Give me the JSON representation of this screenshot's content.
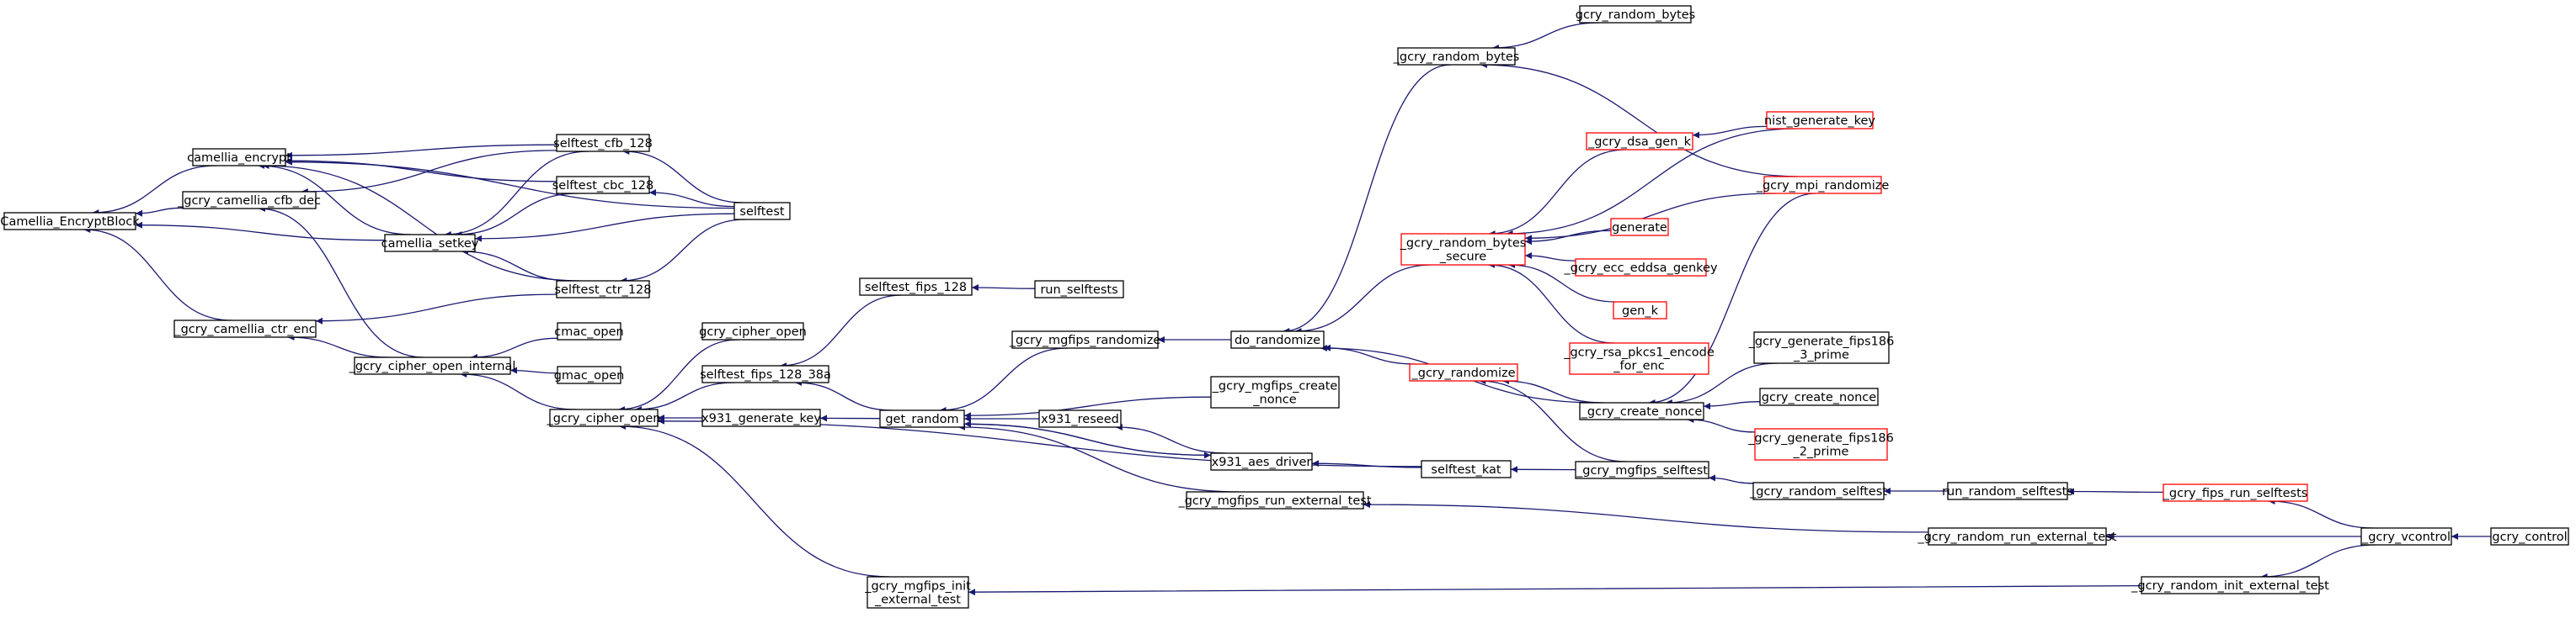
{
  "colors": {
    "background": "#ffffff",
    "edge": "#191970",
    "node_border": "#000000",
    "node_border_truncated": "#ff0000",
    "node_fill_focus": "#bfbfbf",
    "node_fill": "#ffffff"
  },
  "nodes": [
    {
      "id": "n0",
      "lines": [
        "Camellia_EncryptBlock"
      ],
      "style": "focus"
    },
    {
      "id": "n1",
      "lines": [
        "camellia_encrypt"
      ],
      "style": "normal"
    },
    {
      "id": "n2",
      "lines": [
        "_gcry_camellia_cfb_dec"
      ],
      "style": "normal"
    },
    {
      "id": "n3",
      "lines": [
        "camellia_setkey"
      ],
      "style": "normal"
    },
    {
      "id": "n4",
      "lines": [
        "_gcry_camellia_ctr_enc"
      ],
      "style": "normal"
    },
    {
      "id": "n5",
      "lines": [
        "selftest_cfb_128"
      ],
      "style": "normal"
    },
    {
      "id": "n6",
      "lines": [
        "selftest_cbc_128"
      ],
      "style": "normal"
    },
    {
      "id": "n7",
      "lines": [
        "selftest_ctr_128"
      ],
      "style": "normal"
    },
    {
      "id": "n8",
      "lines": [
        "selftest"
      ],
      "style": "normal"
    },
    {
      "id": "n9",
      "lines": [
        "_gcry_cipher_open_internal"
      ],
      "style": "normal"
    },
    {
      "id": "n10",
      "lines": [
        "cmac_open"
      ],
      "style": "normal"
    },
    {
      "id": "n11",
      "lines": [
        "gmac_open"
      ],
      "style": "normal"
    },
    {
      "id": "n12",
      "lines": [
        "_gcry_cipher_open"
      ],
      "style": "normal"
    },
    {
      "id": "n13",
      "lines": [
        "gcry_cipher_open"
      ],
      "style": "normal"
    },
    {
      "id": "n14",
      "lines": [
        "selftest_fips_128_38a"
      ],
      "style": "normal"
    },
    {
      "id": "n15",
      "lines": [
        "x931_generate_key"
      ],
      "style": "normal"
    },
    {
      "id": "n16",
      "lines": [
        "selftest_fips_128"
      ],
      "style": "normal"
    },
    {
      "id": "n17",
      "lines": [
        "run_selftests"
      ],
      "style": "normal"
    },
    {
      "id": "n18",
      "lines": [
        "get_random"
      ],
      "style": "normal"
    },
    {
      "id": "n19",
      "lines": [
        "_gcry_mgfips_randomize"
      ],
      "style": "normal"
    },
    {
      "id": "n20",
      "lines": [
        "x931_reseed"
      ],
      "style": "normal"
    },
    {
      "id": "n21",
      "lines": [
        "_gcry_mgfips_create",
        "_nonce"
      ],
      "style": "normal"
    },
    {
      "id": "n22",
      "lines": [
        "x931_aes_driver"
      ],
      "style": "normal"
    },
    {
      "id": "n23",
      "lines": [
        "_gcry_mgfips_run_external_test"
      ],
      "style": "normal"
    },
    {
      "id": "n24",
      "lines": [
        "_gcry_mgfips_init",
        "_external_test"
      ],
      "style": "normal"
    },
    {
      "id": "n25",
      "lines": [
        "do_randomize"
      ],
      "style": "normal"
    },
    {
      "id": "n26",
      "lines": [
        "selftest_kat"
      ],
      "style": "normal"
    },
    {
      "id": "n27",
      "lines": [
        "_gcry_random_bytes"
      ],
      "style": "normal"
    },
    {
      "id": "n28",
      "lines": [
        "gcry_random_bytes"
      ],
      "style": "normal"
    },
    {
      "id": "n29",
      "lines": [
        "_gcry_random_bytes",
        "_secure"
      ],
      "style": "truncated"
    },
    {
      "id": "n30",
      "lines": [
        "_gcry_randomize"
      ],
      "style": "truncated"
    },
    {
      "id": "n31",
      "lines": [
        "_gcry_mgfips_selftest"
      ],
      "style": "normal"
    },
    {
      "id": "n32",
      "lines": [
        "_gcry_dsa_gen_k"
      ],
      "style": "truncated"
    },
    {
      "id": "n33",
      "lines": [
        "generate"
      ],
      "style": "truncated"
    },
    {
      "id": "n34",
      "lines": [
        "_gcry_ecc_eddsa_genkey"
      ],
      "style": "truncated"
    },
    {
      "id": "n35",
      "lines": [
        "gen_k"
      ],
      "style": "truncated"
    },
    {
      "id": "n36",
      "lines": [
        "_gcry_rsa_pkcs1_encode",
        "_for_enc"
      ],
      "style": "truncated"
    },
    {
      "id": "n37",
      "lines": [
        "_gcry_create_nonce"
      ],
      "style": "normal"
    },
    {
      "id": "n38",
      "lines": [
        "nist_generate_key"
      ],
      "style": "truncated"
    },
    {
      "id": "n39",
      "lines": [
        "_gcry_mpi_randomize"
      ],
      "style": "truncated"
    },
    {
      "id": "n40",
      "lines": [
        "_gcry_generate_fips186",
        "_3_prime"
      ],
      "style": "normal"
    },
    {
      "id": "n41",
      "lines": [
        "gcry_create_nonce"
      ],
      "style": "normal"
    },
    {
      "id": "n42",
      "lines": [
        "_gcry_generate_fips186",
        "_2_prime"
      ],
      "style": "truncated"
    },
    {
      "id": "n43",
      "lines": [
        "_gcry_random_selftest"
      ],
      "style": "normal"
    },
    {
      "id": "n44",
      "lines": [
        "run_random_selftests"
      ],
      "style": "normal"
    },
    {
      "id": "n45",
      "lines": [
        "_gcry_fips_run_selftests"
      ],
      "style": "truncated"
    },
    {
      "id": "n46",
      "lines": [
        "_gcry_random_run_external_test"
      ],
      "style": "normal"
    },
    {
      "id": "n47",
      "lines": [
        "_gcry_random_init_external_test"
      ],
      "style": "normal"
    },
    {
      "id": "n48",
      "lines": [
        "_gcry_vcontrol"
      ],
      "style": "normal"
    },
    {
      "id": "n49",
      "lines": [
        "gcry_control"
      ],
      "style": "normal"
    }
  ],
  "edges": [
    {
      "from": "n0",
      "to": "n1"
    },
    {
      "from": "n0",
      "to": "n2"
    },
    {
      "from": "n0",
      "to": "n3"
    },
    {
      "from": "n0",
      "to": "n4"
    },
    {
      "from": "n1",
      "to": "n3"
    },
    {
      "from": "n1",
      "to": "n5"
    },
    {
      "from": "n1",
      "to": "n6"
    },
    {
      "from": "n1",
      "to": "n7"
    },
    {
      "from": "n1",
      "to": "n8"
    },
    {
      "from": "n3",
      "to": "n5"
    },
    {
      "from": "n3",
      "to": "n6"
    },
    {
      "from": "n3",
      "to": "n7"
    },
    {
      "from": "n3",
      "to": "n8"
    },
    {
      "from": "n5",
      "to": "n8"
    },
    {
      "from": "n6",
      "to": "n8"
    },
    {
      "from": "n7",
      "to": "n8"
    },
    {
      "from": "n2",
      "to": "n5"
    },
    {
      "from": "n2",
      "to": "n9"
    },
    {
      "from": "n4",
      "to": "n7"
    },
    {
      "from": "n4",
      "to": "n9"
    },
    {
      "from": "n9",
      "to": "n10"
    },
    {
      "from": "n9",
      "to": "n11"
    },
    {
      "from": "n9",
      "to": "n12"
    },
    {
      "from": "n12",
      "to": "n13"
    },
    {
      "from": "n12",
      "to": "n14"
    },
    {
      "from": "n12",
      "to": "n15"
    },
    {
      "from": "n12",
      "to": "n26"
    },
    {
      "from": "n12",
      "to": "n24"
    },
    {
      "from": "n14",
      "to": "n16"
    },
    {
      "from": "n16",
      "to": "n17"
    },
    {
      "from": "n15",
      "to": "n18"
    },
    {
      "from": "n14",
      "to": "n18"
    },
    {
      "from": "n18",
      "to": "n19"
    },
    {
      "from": "n18",
      "to": "n20"
    },
    {
      "from": "n18",
      "to": "n21"
    },
    {
      "from": "n18",
      "to": "n22"
    },
    {
      "from": "n18",
      "to": "n23"
    },
    {
      "from": "n20",
      "to": "n22"
    },
    {
      "from": "n22",
      "to": "n18"
    },
    {
      "from": "n22",
      "to": "n26"
    },
    {
      "from": "n19",
      "to": "n25"
    },
    {
      "from": "n25",
      "to": "n27"
    },
    {
      "from": "n25",
      "to": "n29"
    },
    {
      "from": "n25",
      "to": "n30"
    },
    {
      "from": "n25",
      "to": "n37"
    },
    {
      "from": "n27",
      "to": "n28"
    },
    {
      "from": "n27",
      "to": "n39"
    },
    {
      "from": "n29",
      "to": "n32"
    },
    {
      "from": "n29",
      "to": "n33"
    },
    {
      "from": "n29",
      "to": "n34"
    },
    {
      "from": "n29",
      "to": "n35"
    },
    {
      "from": "n29",
      "to": "n36"
    },
    {
      "from": "n29",
      "to": "n38"
    },
    {
      "from": "n29",
      "to": "n39"
    },
    {
      "from": "n30",
      "to": "n37"
    },
    {
      "from": "n30",
      "to": "n31"
    },
    {
      "from": "n32",
      "to": "n38"
    },
    {
      "from": "n37",
      "to": "n40"
    },
    {
      "from": "n37",
      "to": "n41"
    },
    {
      "from": "n37",
      "to": "n42"
    },
    {
      "from": "n37",
      "to": "n39"
    },
    {
      "from": "n26",
      "to": "n31"
    },
    {
      "from": "n31",
      "to": "n43"
    },
    {
      "from": "n43",
      "to": "n44"
    },
    {
      "from": "n44",
      "to": "n45"
    },
    {
      "from": "n23",
      "to": "n46"
    },
    {
      "from": "n24",
      "to": "n47"
    },
    {
      "from": "n45",
      "to": "n48"
    },
    {
      "from": "n46",
      "to": "n48"
    },
    {
      "from": "n47",
      "to": "n48"
    },
    {
      "from": "n48",
      "to": "n49"
    }
  ]
}
